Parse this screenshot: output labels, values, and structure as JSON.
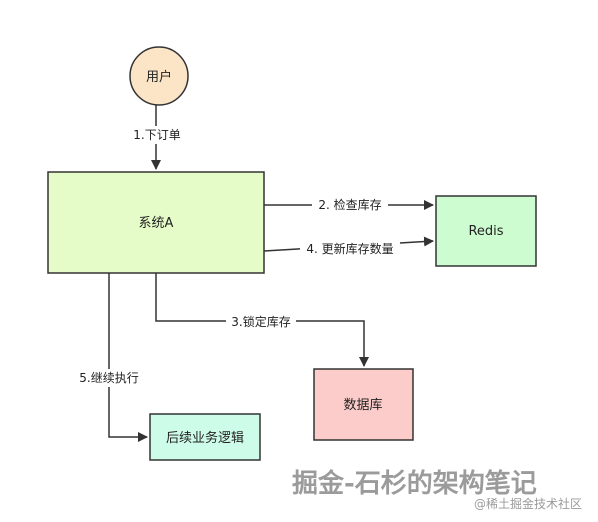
{
  "nodes": {
    "user": {
      "label": "用户",
      "fill": "#fce4c7",
      "stroke": "#333333"
    },
    "system_a": {
      "label": "系统A",
      "fill": "#e6fcc8",
      "stroke": "#333333"
    },
    "redis": {
      "label": "Redis",
      "fill": "#cdfcd0",
      "stroke": "#333333"
    },
    "database": {
      "label": "数据库",
      "fill": "#fcccca",
      "stroke": "#333333"
    },
    "followup": {
      "label": "后续业务逻辑",
      "fill": "#cdfce8",
      "stroke": "#333333"
    }
  },
  "edges": {
    "place_order": {
      "label": "1.下订单"
    },
    "check_stock": {
      "label": "2. 检查库存"
    },
    "lock_stock": {
      "label": "3.锁定库存"
    },
    "update_stock": {
      "label": "4. 更新库存数量"
    },
    "continue_exec": {
      "label": "5.继续执行"
    }
  },
  "watermark": {
    "main": "掘金-石杉的架构笔记",
    "sub": "@稀土掘金技术社区"
  },
  "colors": {
    "line": "#333333"
  }
}
